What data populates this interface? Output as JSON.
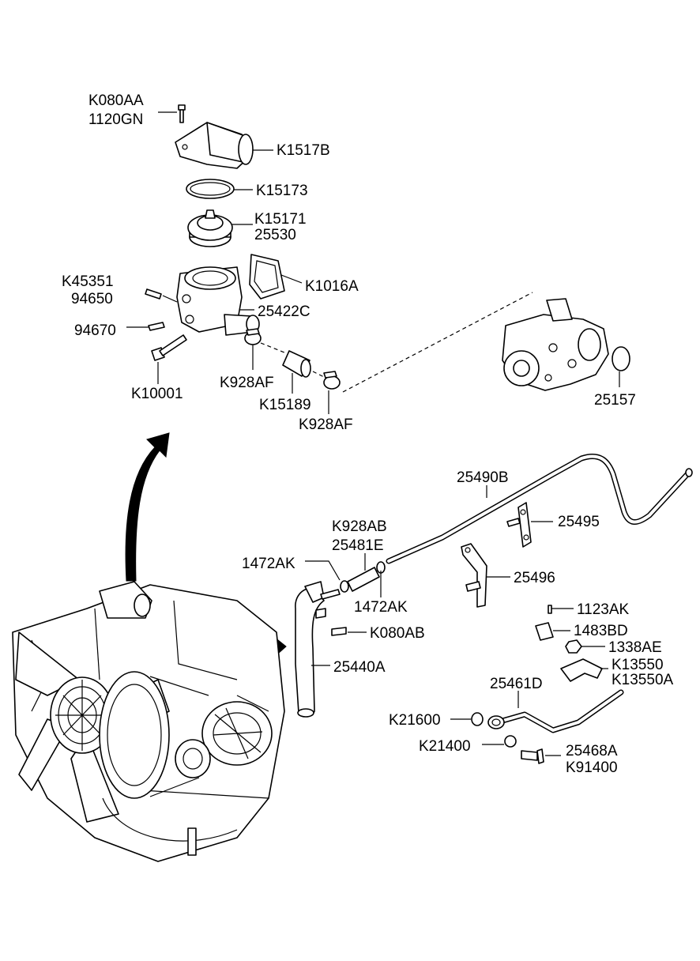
{
  "labels": {
    "k080aa": "K080AA",
    "gn1120": "1120GN",
    "k1517b": "K1517B",
    "k15173": "K15173",
    "k15171": "K15171",
    "p25530": "25530",
    "k45351": "K45351",
    "p94650": "94650",
    "k1016a": "K1016A",
    "p25422c": "25422C",
    "p94670": "94670",
    "k10001": "K10001",
    "k928af_1": "K928AF",
    "k15189": "K15189",
    "k928af_2": "K928AF",
    "p25157": "25157",
    "p25490b": "25490B",
    "k928ab": "K928AB",
    "p25481e": "25481E",
    "ak1472_1": "1472AK",
    "ak1472_2": "1472AK",
    "p25495": "25495",
    "p25496": "25496",
    "k080ab": "K080AB",
    "p25440a": "25440A",
    "ak1123": "1123AK",
    "bd1483": "1483BD",
    "ae1338": "1338AE",
    "k13550": "K13550",
    "k13550a": "K13550A",
    "p25461d": "25461D",
    "k21600": "K21600",
    "k21400": "K21400",
    "p25468a": "25468A",
    "k91400": "K91400"
  }
}
